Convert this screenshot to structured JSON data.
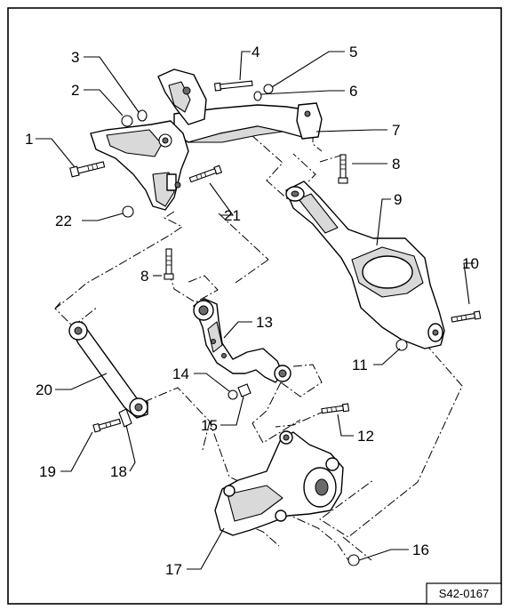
{
  "diagram_code": "S42-0167",
  "labels": {
    "p1": "1",
    "p2": "2",
    "p3": "3",
    "p4": "4",
    "p5": "5",
    "p6": "6",
    "p7": "7",
    "p8a": "8",
    "p8b": "8",
    "p9": "9",
    "p10": "10",
    "p11": "11",
    "p12": "12",
    "p13": "13",
    "p14": "14",
    "p15": "15",
    "p16": "16",
    "p17": "17",
    "p18": "18",
    "p19": "19",
    "p20": "20",
    "p21": "21",
    "p22": "22"
  }
}
